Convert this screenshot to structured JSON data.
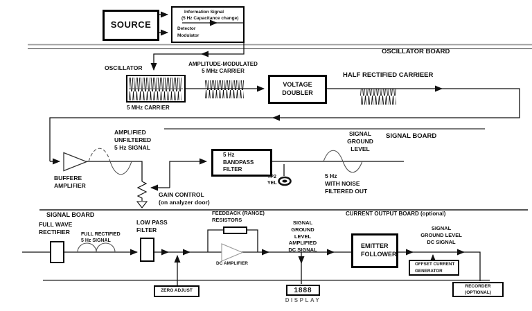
{
  "diagram": {
    "boards": {
      "oscillator_board": "OSCILLATOR BOARD",
      "signal_board_upper": "SIGNAL BOARD",
      "signal_board_lower": "SIGNAL BOARD",
      "current_output_board": "CURRENT OUTPUT BOARD (optional)"
    },
    "blocks": {
      "source": "SOURCE",
      "detector_line1": "Information Signal",
      "detector_line2": "(5 Hz Capacitance change)",
      "detector_line3": "Detector",
      "detector_line4": "Modulator",
      "voltage_doubler": "VOLTAGE\nDOUBLER",
      "bandpass_filter": "5 Hz\nBANDPASS\nFILTER",
      "emitter_follower": "EMITTER\nFOLLOWER",
      "offset_current_generator": "OFFSET CURRENT\nGENERATOR",
      "zero_adjust": "ZERO ADJUST",
      "display_value": "1888",
      "display_caption": "DISPLAY",
      "recorder": "RECORDER\n(OPTIONAL)"
    },
    "labels": {
      "oscillator": "OSCILLATOR",
      "carrier_5mhz": "5 MHz CARRIER",
      "amplitude_modulated": "AMPLITUDE-MODULATED\n5 MHz CARRIER",
      "half_rectified_carrier": "HALF RECTIFIED CARRIEER",
      "amplified_unfiltered": "AMPLIFIED\nUNFILTERED\n5 Hz SIGNAL",
      "buffer_amplifier": "BUFFERE\nAMPLIFIER",
      "gain_control": "GAIN CONTROL\n(on analyzer door)",
      "tp2": "TP2\nYEL",
      "signal_ground_level": "SIGNAL\nGROUND\nLEVEL",
      "noise_filtered": "5 Hz\nWITH NOISE\nFILTERED OUT",
      "full_wave_rectifier": "FULL WAVE\nRECTIFIER",
      "full_rectified_signal": "FULL RECTIFIED\n5 Hz SIGNAL",
      "low_pass_filter": "LOW PASS\nFILTER",
      "feedback_resistors": "FEEDBACK (RANGE)\nRESISTORS",
      "dc_amplifier": "DC AMPLIFIER",
      "signal_ground_level_amplified_dc": "SIGNAL\nGROUND LEVEL\nAMPLIFIED\nDC SIGNAL",
      "signal_ground_level_dc": "SIGNAL\nGROUND LEVEL\nDC SIGNAL"
    },
    "colors": {
      "wire": "#111111",
      "separator_gray": "#9a9a9a",
      "background": "#ffffff"
    }
  }
}
